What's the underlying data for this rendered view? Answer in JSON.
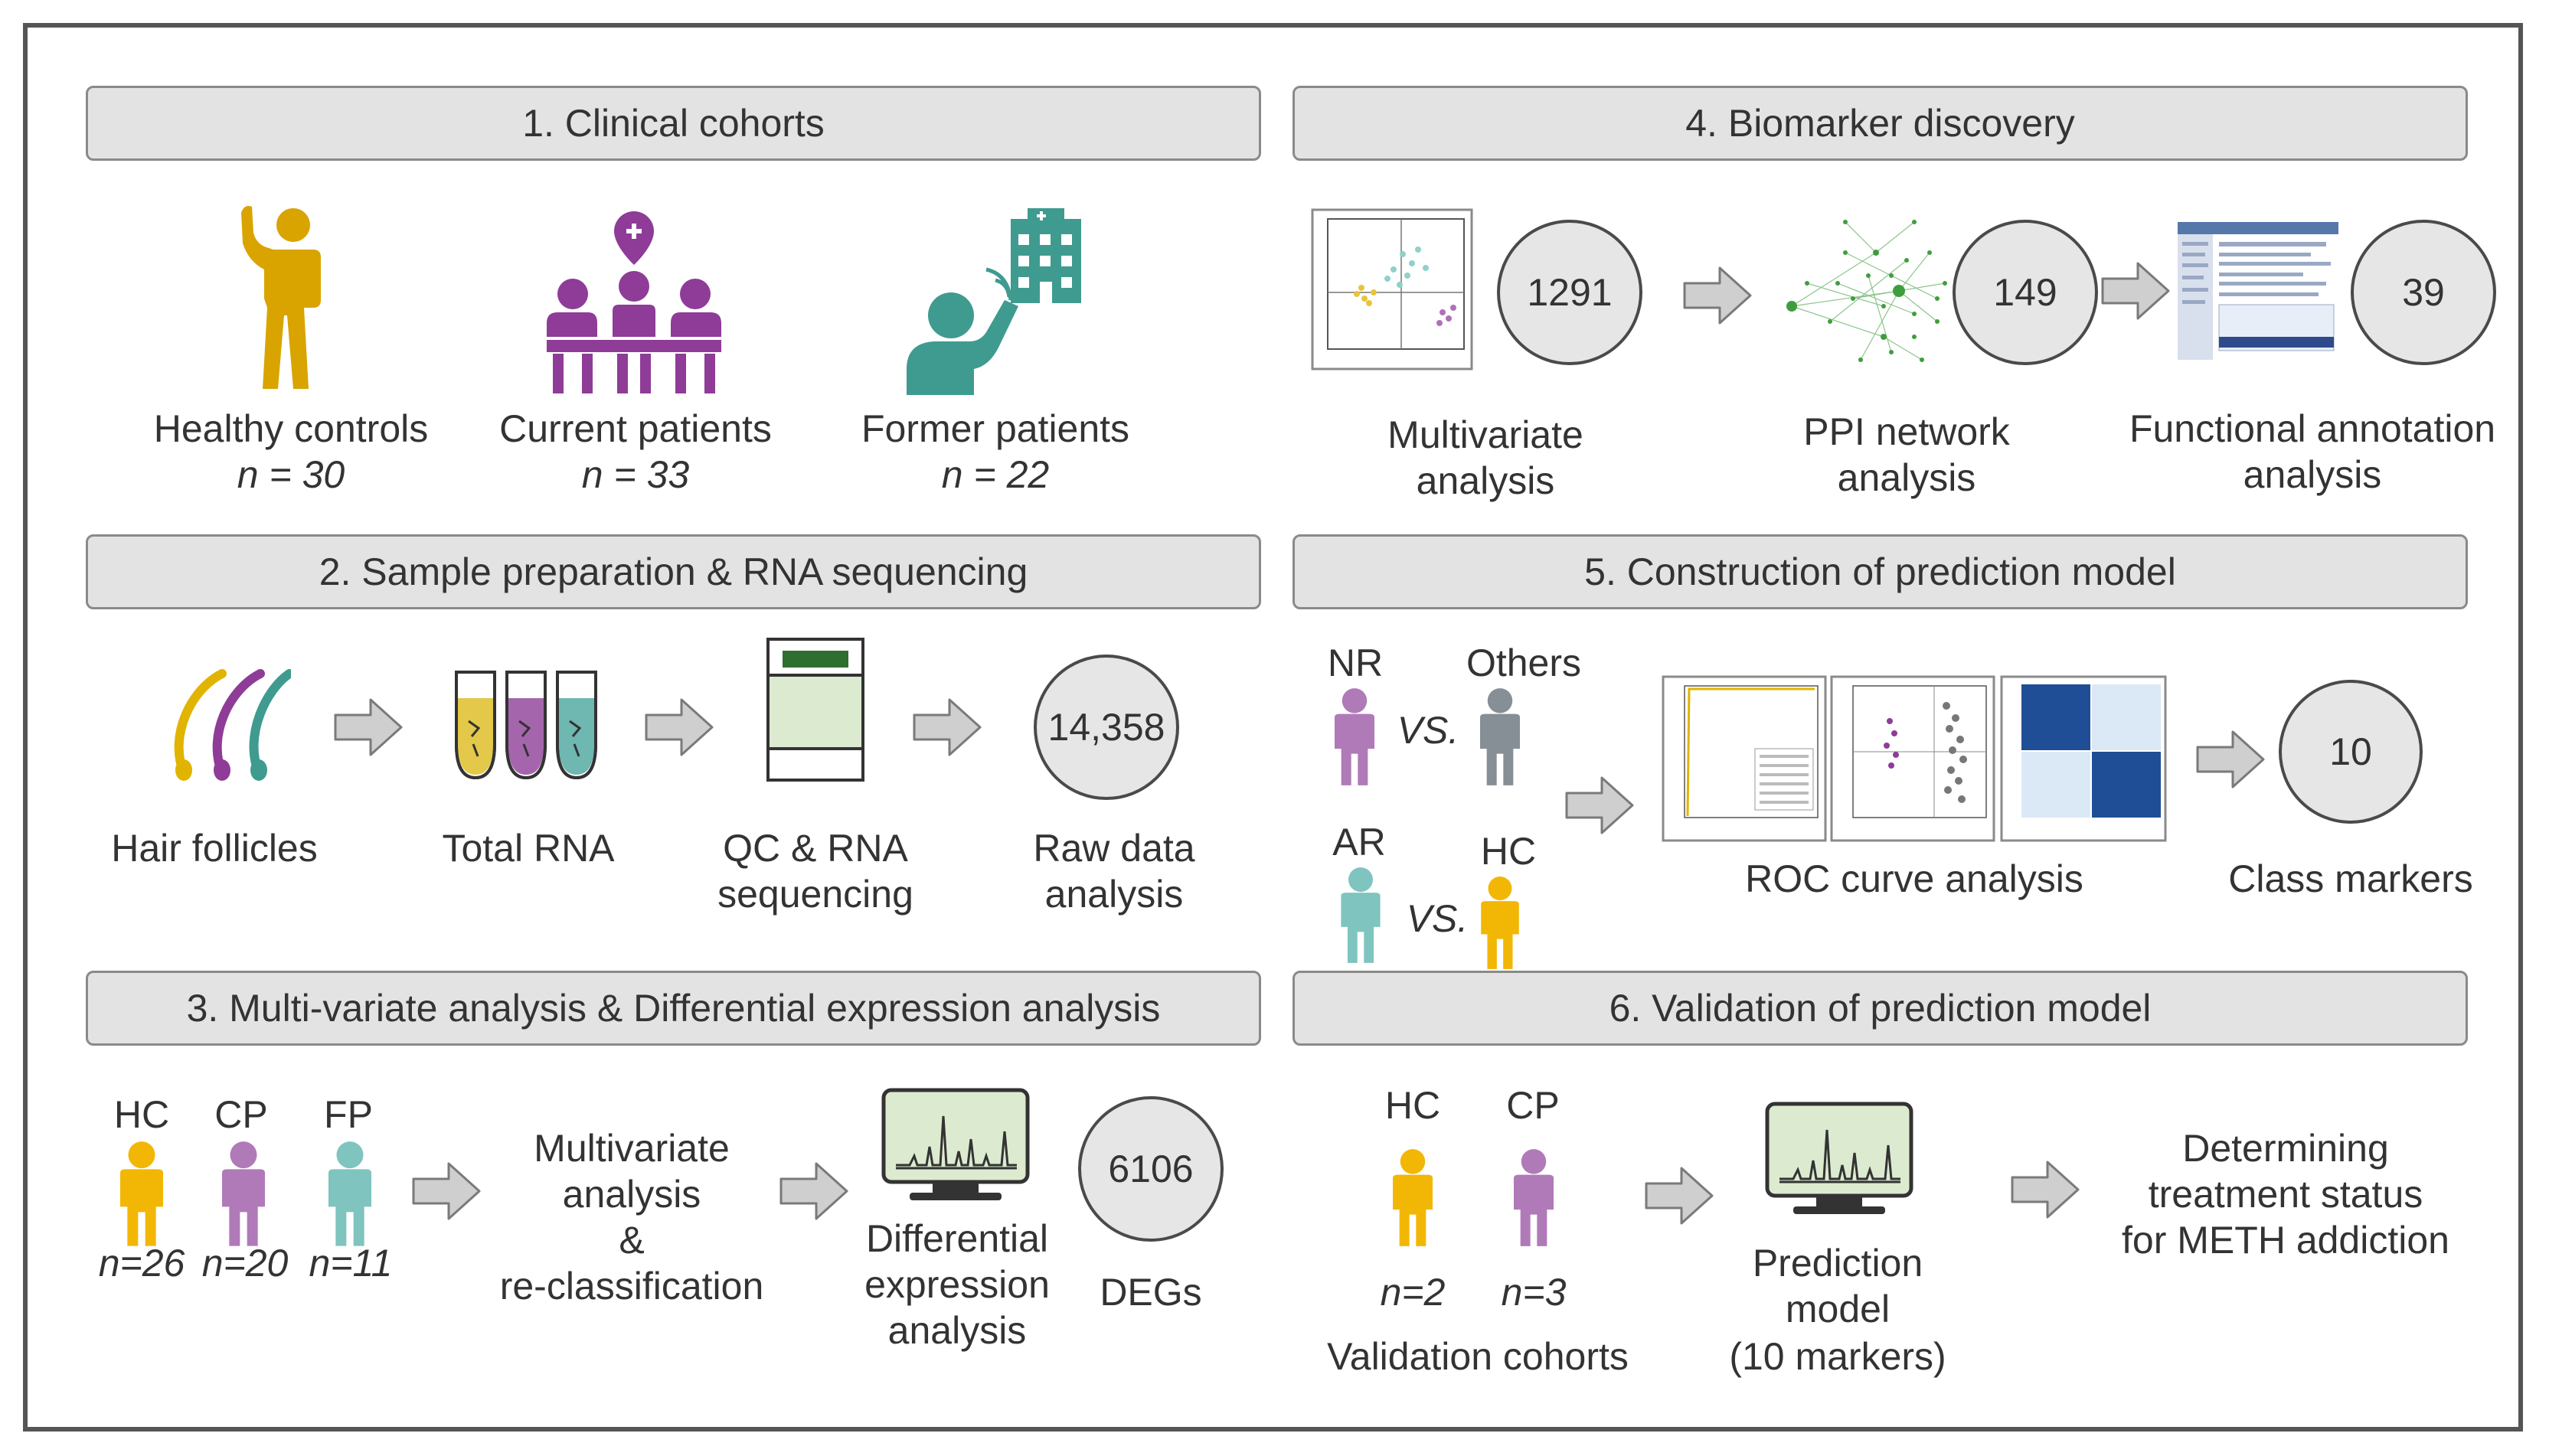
{
  "colors": {
    "hc": "#f2b705",
    "cp": "#b07ab8",
    "fp": "#7fc4bf",
    "purple": "#8e3c97",
    "teal": "#3f9b8f",
    "gold": "#d9a400",
    "gray_person": "#868e96",
    "arrow": "#cfcfcf",
    "screen_green": "#dcebd0"
  },
  "sections": {
    "s1": "1. Clinical cohorts",
    "s2": "2. Sample preparation & RNA sequencing",
    "s3": "3. Multi-variate analysis & Differential expression analysis",
    "s4": "4. Biomarker discovery",
    "s5": "5. Construction of prediction model",
    "s6": "6. Validation of prediction model"
  },
  "cohorts": [
    {
      "label": "Healthy controls",
      "n": "n = 30"
    },
    {
      "label": "Current patients",
      "n": "n = 33"
    },
    {
      "label": "Former patients",
      "n": "n = 22"
    }
  ],
  "s2": {
    "hair": "Hair follicles",
    "rna": "Total RNA",
    "qc_1": "QC & RNA",
    "qc_2": "sequencing",
    "raw_count": "14,358",
    "raw_1": "Raw data",
    "raw_2": "analysis"
  },
  "s3": {
    "groups": [
      {
        "label": "HC",
        "n": "n=26"
      },
      {
        "label": "CP",
        "n": "n=20"
      },
      {
        "label": "FP",
        "n": "n=11"
      }
    ],
    "mv_1": "Multivariate",
    "mv_2": "analysis",
    "mv_3": "&",
    "mv_4": "re-classification",
    "de_1": "Differential",
    "de_2": "expression",
    "de_3": "analysis",
    "deg_count": "6106",
    "deg_label": "DEGs"
  },
  "s4": {
    "mv_count": "1291",
    "mv_1": "Multivariate",
    "mv_2": "analysis",
    "ppi_count": "149",
    "ppi_1": "PPI network",
    "ppi_2": "analysis",
    "fa_count": "39",
    "fa_1": "Functional annotation",
    "fa_2": "analysis"
  },
  "s5": {
    "nr": "NR",
    "others": "Others",
    "ar": "AR",
    "hc": "HC",
    "vs": "VS.",
    "roc": "ROC curve analysis",
    "marker_count": "10",
    "markers": "Class markers"
  },
  "s6": {
    "hc": "HC",
    "cp": "CP",
    "hc_n": "n=2",
    "cp_n": "n=3",
    "validation": "Validation cohorts",
    "pm_1": "Prediction",
    "pm_2": "model",
    "pm_3": "(10 markers)",
    "det_1": "Determining",
    "det_2": "treatment status",
    "det_3": "for METH addiction"
  }
}
